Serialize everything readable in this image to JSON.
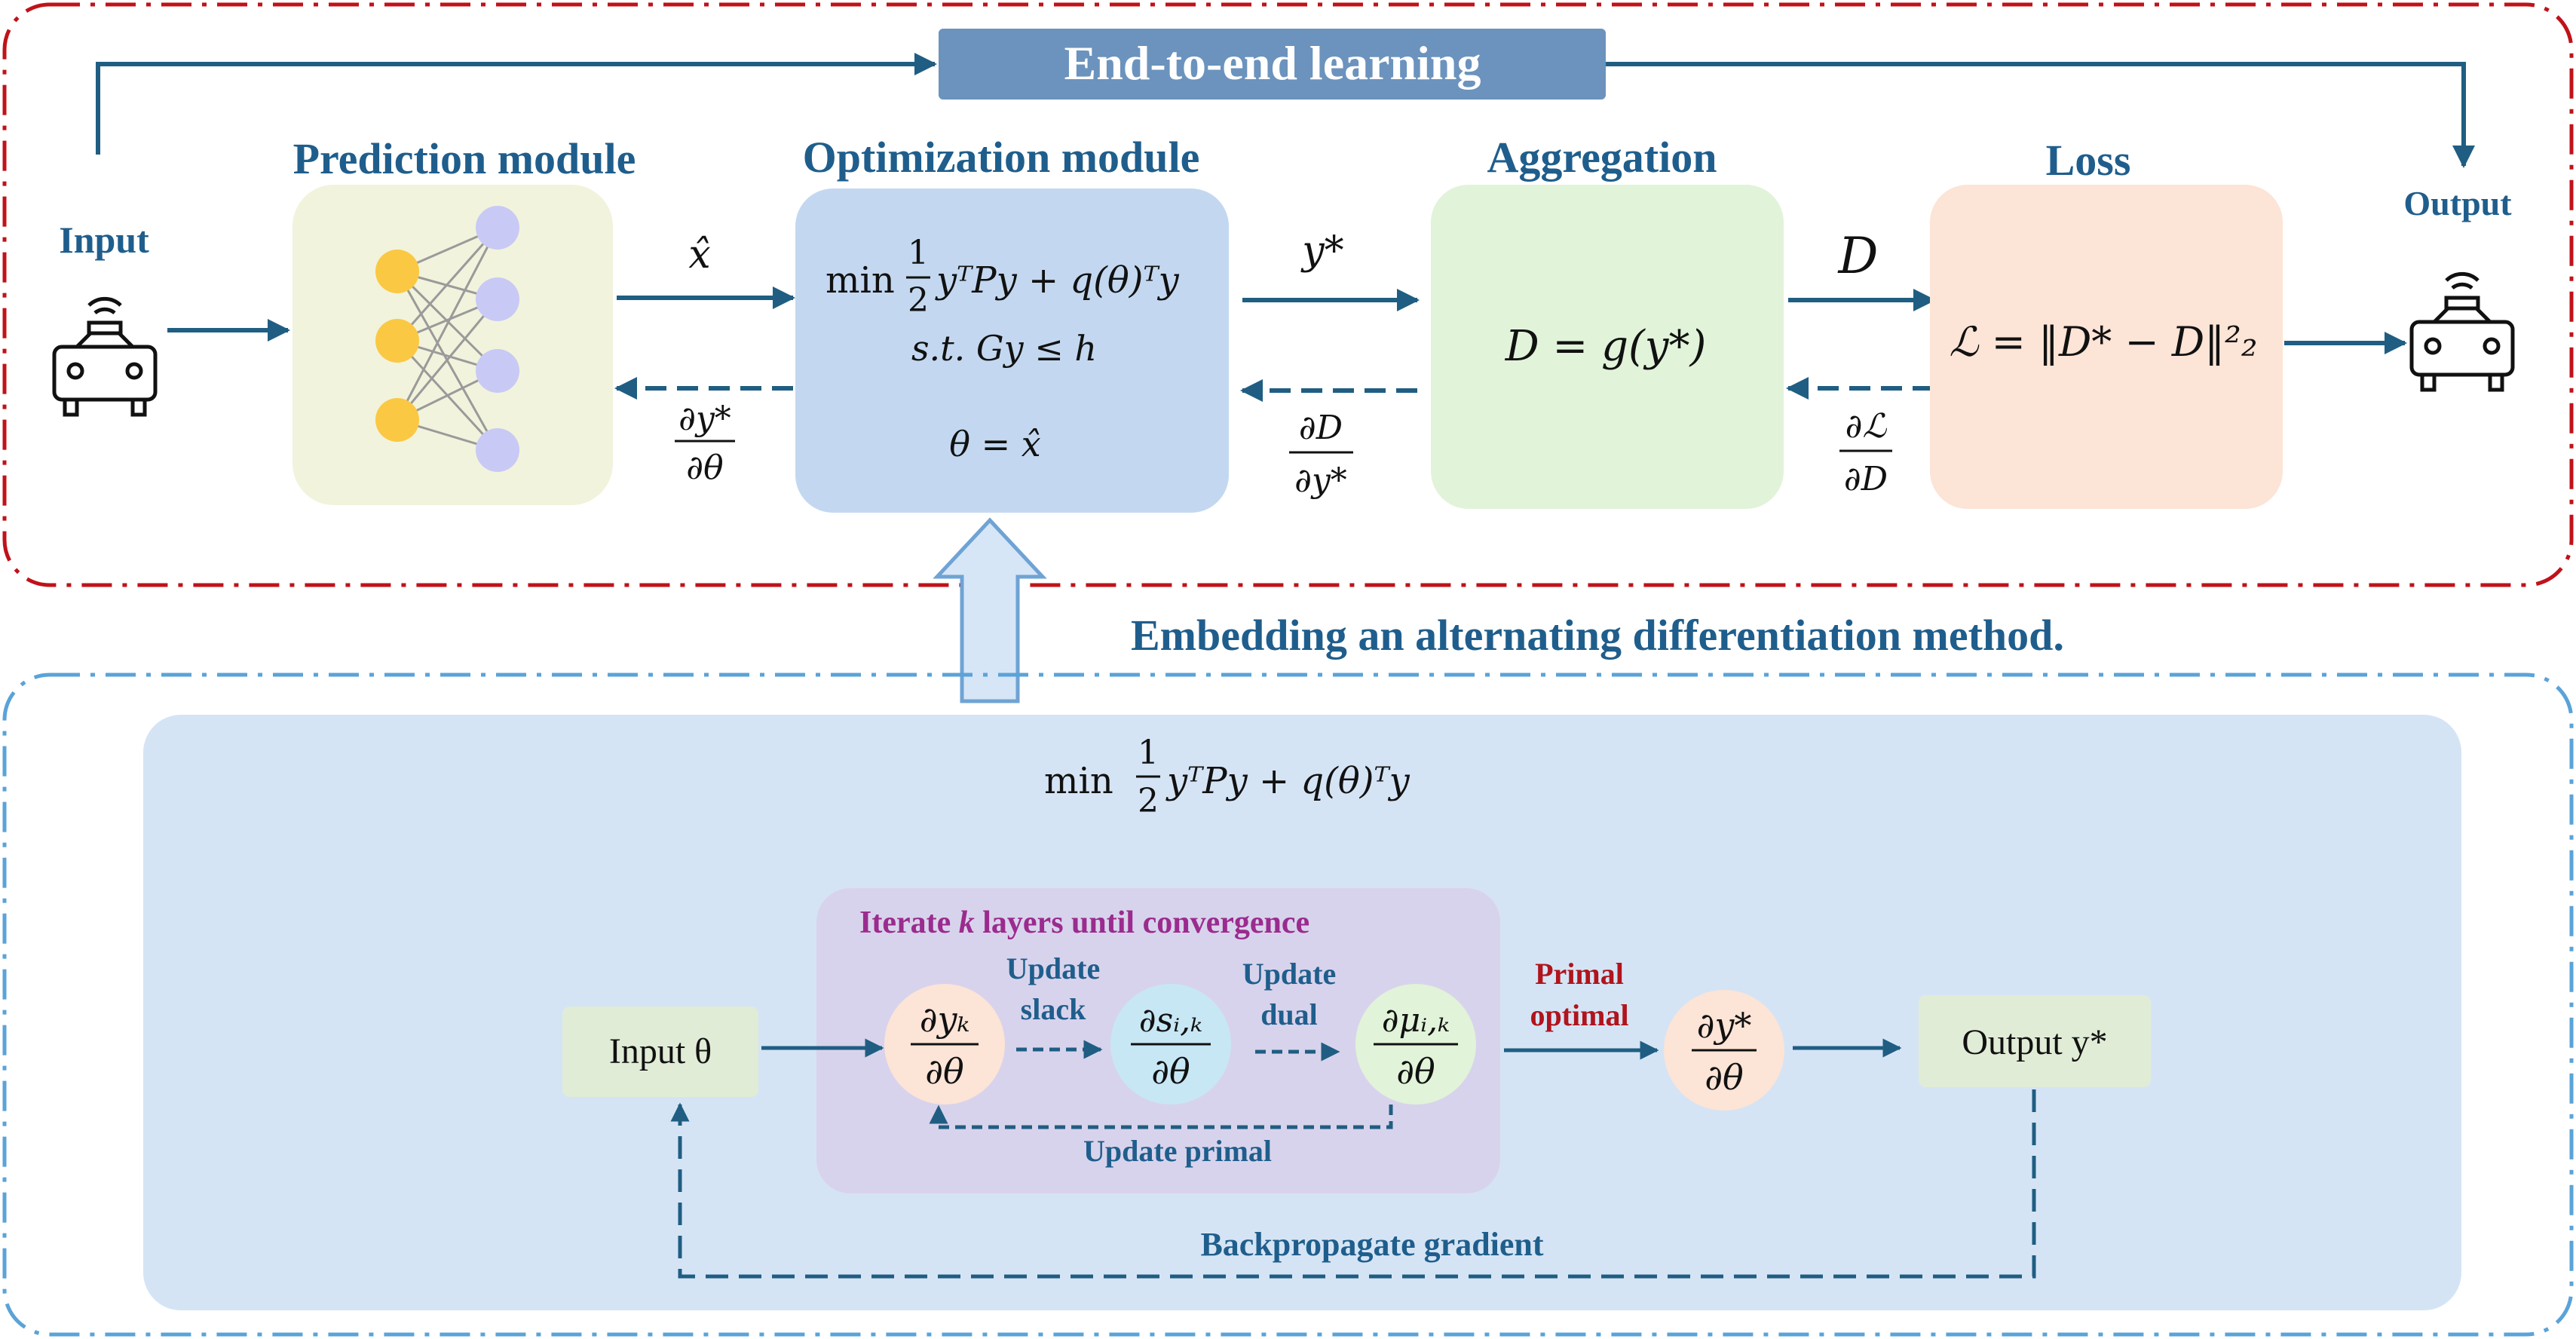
{
  "top": {
    "banner": "End-to-end learning",
    "input_label": "Input",
    "output_label": "Output",
    "modules": {
      "prediction": "Prediction module",
      "optimization": "Optimization module",
      "aggregation": "Aggregation",
      "loss": "Loss"
    },
    "opt_box": {
      "min": "min",
      "half_num": "1",
      "half_den": "2",
      "objective": "yᵀPy + q(θ)ᵀy",
      "constraint": "s.t.  Gy ≤ h",
      "theta": "θ  =  x̂"
    },
    "agg_box": "D = g(y*)",
    "loss_box": "ℒ =  ‖D* − D‖²₂",
    "arrows": {
      "xhat": "x̂",
      "ystar": "y*",
      "D": "D",
      "dy_num": "∂y*",
      "dy_den": "∂θ",
      "dD_num": "∂D",
      "dD_den": "∂y*",
      "dL_num": "∂ℒ",
      "dL_den": "∂D"
    }
  },
  "embed_label": "Embedding an alternating differentiation method.",
  "bottom": {
    "objective_min": "min",
    "half_num": "1",
    "half_den": "2",
    "objective": "yᵀPy + q(θ)ᵀy",
    "iterate_pre": "Iterate ",
    "iterate_k": "k",
    "iterate_post": " layers until convergence",
    "input": "Input θ",
    "output": "Output y*",
    "update_slack_1": "Update",
    "update_slack_2": "slack",
    "update_dual_1": "Update",
    "update_dual_2": "dual",
    "update_primal": "Update primal",
    "primal_1": "Primal",
    "primal_2": "optimal",
    "backprop": "Backpropagate gradient",
    "c1_num": "∂yₖ",
    "c1_den": "∂θ",
    "c2_num": "∂sᵢ,ₖ",
    "c2_den": "∂θ",
    "c3_num": "∂μᵢ,ₖ",
    "c3_den": "∂θ",
    "c4_num": "∂y*",
    "c4_den": "∂θ"
  },
  "colors": {
    "red_border": "#c0121a",
    "blue_border": "#5aa3d8",
    "banner_fill": "#6b93bd",
    "arrow": "#1f5e82",
    "prediction_fill": "#f1f3dc",
    "optimization_fill": "#c3d8f0",
    "aggregation_fill": "#e1f3d9",
    "loss_fill": "#fce4d6",
    "bottom_fill": "#d5e4f5",
    "iterate_fill": "#d8d3ec",
    "iterate_title": "#9b2b8e",
    "primal_red": "#b0141c",
    "node_yellow": "#fbc843",
    "node_purple": "#c9c9f6"
  }
}
